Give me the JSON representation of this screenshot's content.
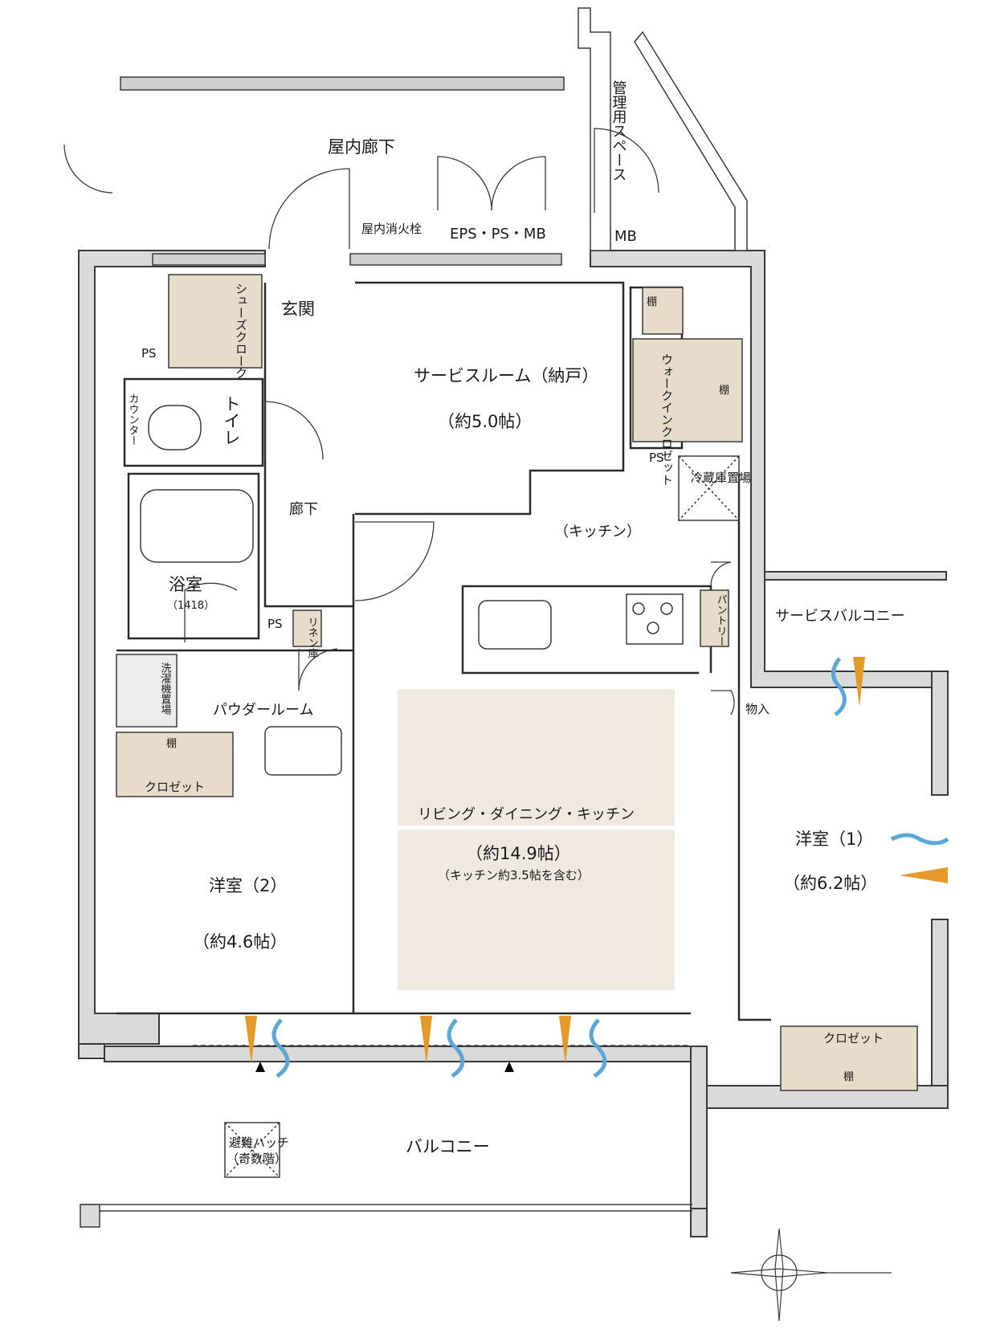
{
  "rooms": {
    "corridor_outer": "屋内廊下",
    "management_space": "管理用スペース",
    "fire_hydrant": "屋内消火栓",
    "eps": "EPS・PS・MB",
    "mb": "MB",
    "shoe_cloak": "シューズクローク",
    "entrance": "玄関",
    "ps": "PS",
    "toilet": "トイレ",
    "counter": "カウンター",
    "service_room": "サービスルーム（納戸）",
    "service_room_size": "（約5.0帖）",
    "shelf": "棚",
    "walkin_closet": "ウォークインクロゼット",
    "hallway": "廊下",
    "fridge": "冷蔵庫置場",
    "kitchen": "（キッチン）",
    "bath": "浴室",
    "bath_size": "（1418）",
    "linen": "リネン庫",
    "pantry": "パントリー",
    "service_balcony": "サービスバルコニー",
    "washer": "洗濯機置場",
    "powder_room": "パウダールーム",
    "storage": "物入",
    "closet": "クロゼット",
    "ldk": "リビング・ダイニング・キッチン",
    "ldk_size": "（約14.9帖）",
    "ldk_note": "（キッチン約3.5帖を含む）",
    "western1": "洋室（1）",
    "western1_size": "（約6.2帖）",
    "western2": "洋室（2）",
    "western2_size": "（約4.6帖）",
    "hatch": "避難ハッチ",
    "hatch_note": "（奇数階）",
    "balcony": "バルコニー"
  },
  "colors": {
    "wall_gray": "#d9d9d9",
    "wall_line": "#3a3a3a",
    "beige": "#efe9df",
    "beige_dark": "#d8cdbb",
    "wind_blue": "#5aa7d8",
    "sun_orange": "#e39a2a"
  }
}
